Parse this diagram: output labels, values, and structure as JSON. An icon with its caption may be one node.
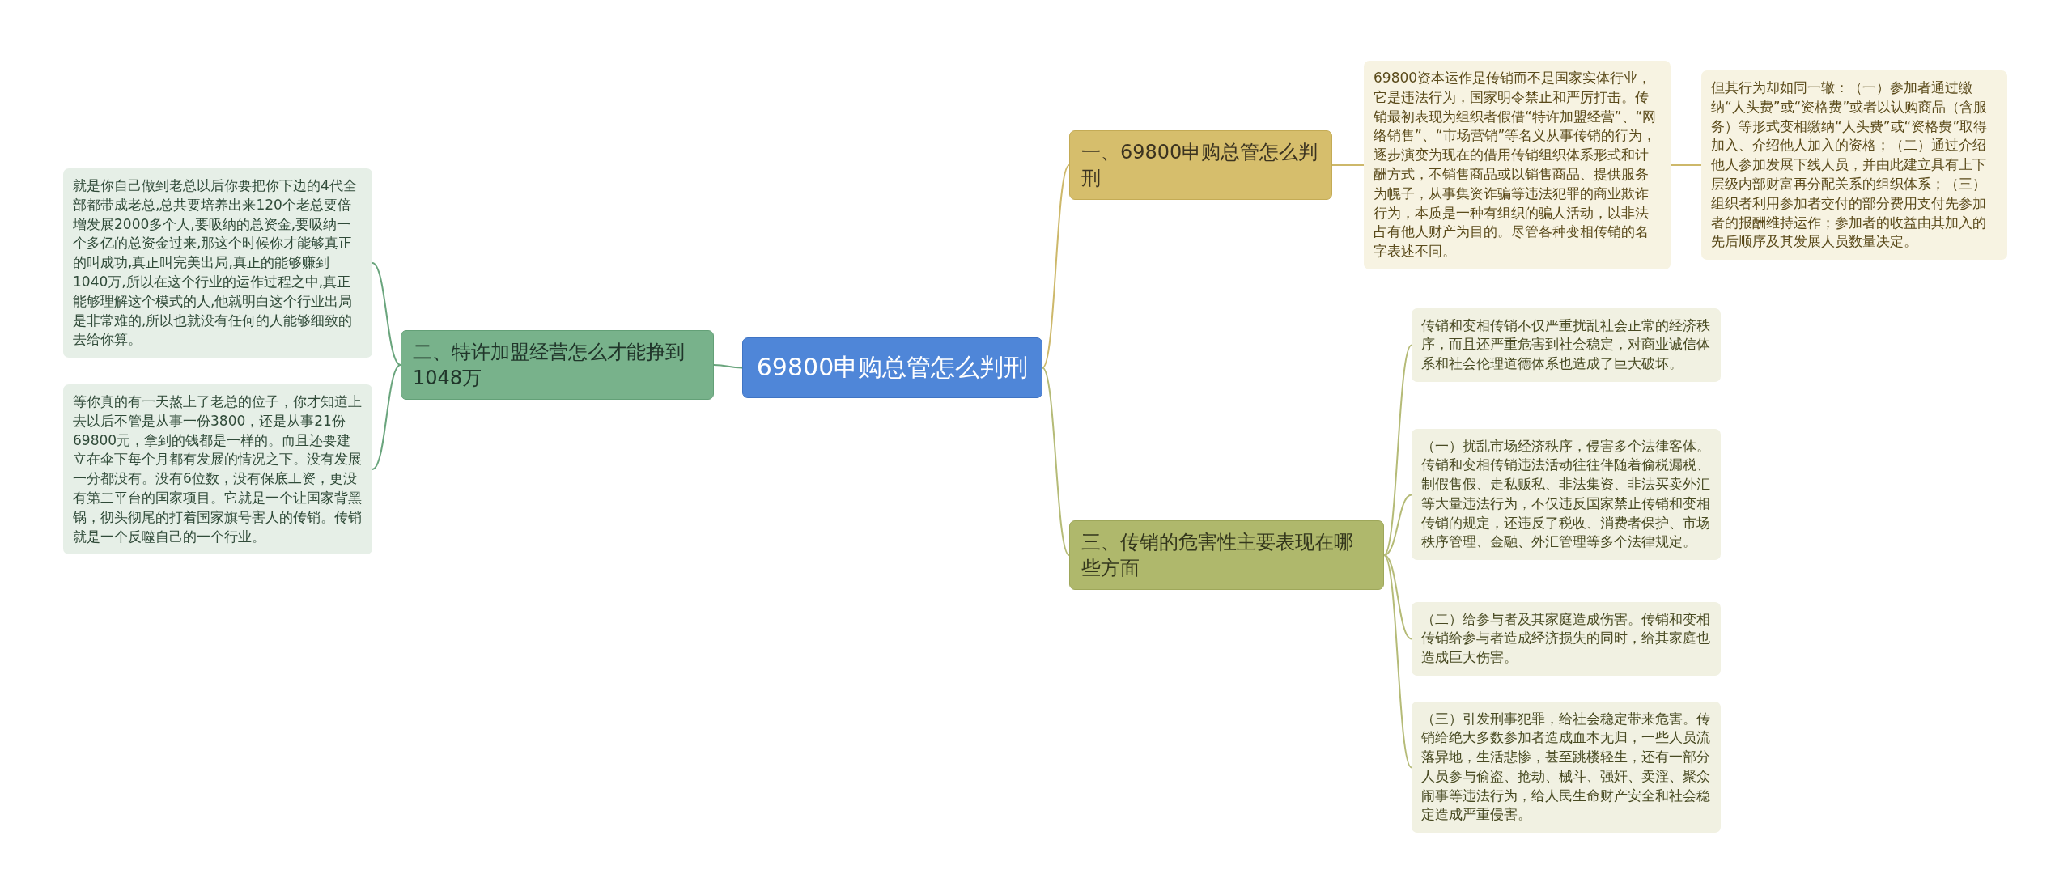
{
  "diagram": {
    "nodes": [
      {
        "text": [
          "69800申购总管怎么判刑"
        ]
      },
      {
        "text": [
          "一、69800申购总管怎么判刑"
        ]
      },
      {
        "text": [
          "69800资本运作是传销而不是国家实体行业，它是违法行为，国家明令禁止和严厉打击。传销最初表现为组织者假借“特许加盟经营”、“网络销售”、“市场营销”等名义从事传销的行为，逐步演变为现在的借用传销组织体系形式和计酬方式，不销售商品或以销售商品、提供服务为幌子，从事集资诈骗等违法犯罪的商业欺诈行为，本质是一种有组织的骗人活动，以非法占有他人财产为目的。尽管各种变相传销的名字表述不同。"
        ]
      },
      {
        "text": [
          "但其行为却如同一辙：（一）参加者通过缴纳“人头费”或“资格费”或者以认购商品（含服务）等形式变相缴纳“人头费”或“资格费”取得加入、介绍他人加入的资格；（二）通过介绍他人参加发展下线人员，并由此建立具有上下层级内部财富再分配关系的组织体系；（三）组织者利用参加者交付的部分费用支付先参加者的报酬维持运作；参加者的收益由其加入的先后顺序及其发展人员数量决定。"
        ]
      },
      {
        "text": [
          "二、特许加盟经营怎么才能挣到1048万"
        ]
      },
      {
        "text": [
          "就是你自己做到老总以后你要把你下边的4代全部都带成老总,总共要培养出来120个老总要倍增发展2000多个人,要吸纳的总资金,要吸纳一个多亿的总资金过来,那这个时候你才能够真正的叫成功,真正叫完美出局,真正的能够赚到1040万,所以在这个行业的运作过程之中,真正能够理解这个模式的人,他就明白这个行业出局是非常难的,所以也就没有任何的人能够细致的去给你算。"
        ]
      },
      {
        "text": [
          "等你真的有一天熬上了老总的位子，你才知道上去以后不管是从事一份3800，还是从事21份69800元，拿到的钱都是一样的。而且还要建立在伞下每个月都有发展的情况之下。没有发展一分都没有。没有6位数，没有保底工资，更没有第二平台的国家项目。它就是一个让国家背黑锅，彻头彻尾的打着国家旗号害人的传销。传销就是一个反噬自己的一个行业。"
        ]
      },
      {
        "text": [
          "三、传销的危害性主要表现在哪些方面"
        ]
      },
      {
        "text": [
          "传销和变相传销不仅严重扰乱社会正常的经济秩序，而且还严重危害到社会稳定，对商业诚信体系和社会伦理道德体系也造成了巨大破坏。"
        ]
      },
      {
        "text": [
          "（一）扰乱市场经济秩序，侵害多个法律客体。传销和变相传销违法活动往往伴随着偷税漏税、制假售假、走私贩私、非法集资、非法买卖外汇等大量违法行为，不仅违反国家禁止传销和变相传销的规定，还违反了税收、消费者保护、市场秩序管理、金融、外汇管理等多个法律规定。"
        ]
      },
      {
        "text": [
          "（二）给参与者及其家庭造成伤害。传销和变相传销给参与者造成经济损失的同时，给其家庭也造成巨大伤害。"
        ]
      },
      {
        "text": [
          "（三）引发刑事犯罪，给社会稳定带来危害。传销给绝大多数参加者造成血本无归，一些人员流落异地，生活悲惨，甚至跳楼轻生，还有一部分人员参与偷盗、抢劫、械斗、强奸、卖淫、聚众闹事等违法行为，给人民生命财产安全和社会稳定造成严重侵害。"
        ]
      }
    ],
    "edges": [
      {
        "from": 0,
        "to": 1,
        "arrow": "none",
        "color": "#cdb86a"
      },
      {
        "from": 1,
        "to": 2,
        "arrow": "none",
        "color": "#cdb86a"
      },
      {
        "from": 2,
        "to": 3,
        "arrow": "none",
        "color": "#cdb86a"
      },
      {
        "from": 0,
        "to": 4,
        "arrow": "none",
        "color": "#6aa57d"
      },
      {
        "from": 4,
        "to": 5,
        "arrow": "none",
        "color": "#6aa57d"
      },
      {
        "from": 4,
        "to": 6,
        "arrow": "none",
        "color": "#6aa57d"
      },
      {
        "from": 0,
        "to": 7,
        "arrow": "none"
      },
      {
        "from": 7,
        "to": 8,
        "arrow": "none"
      },
      {
        "from": 7,
        "to": 9,
        "arrow": "none"
      },
      {
        "from": 7,
        "to": 10,
        "arrow": "none"
      },
      {
        "from": 7,
        "to": 11,
        "arrow": "none"
      }
    ]
  }
}
